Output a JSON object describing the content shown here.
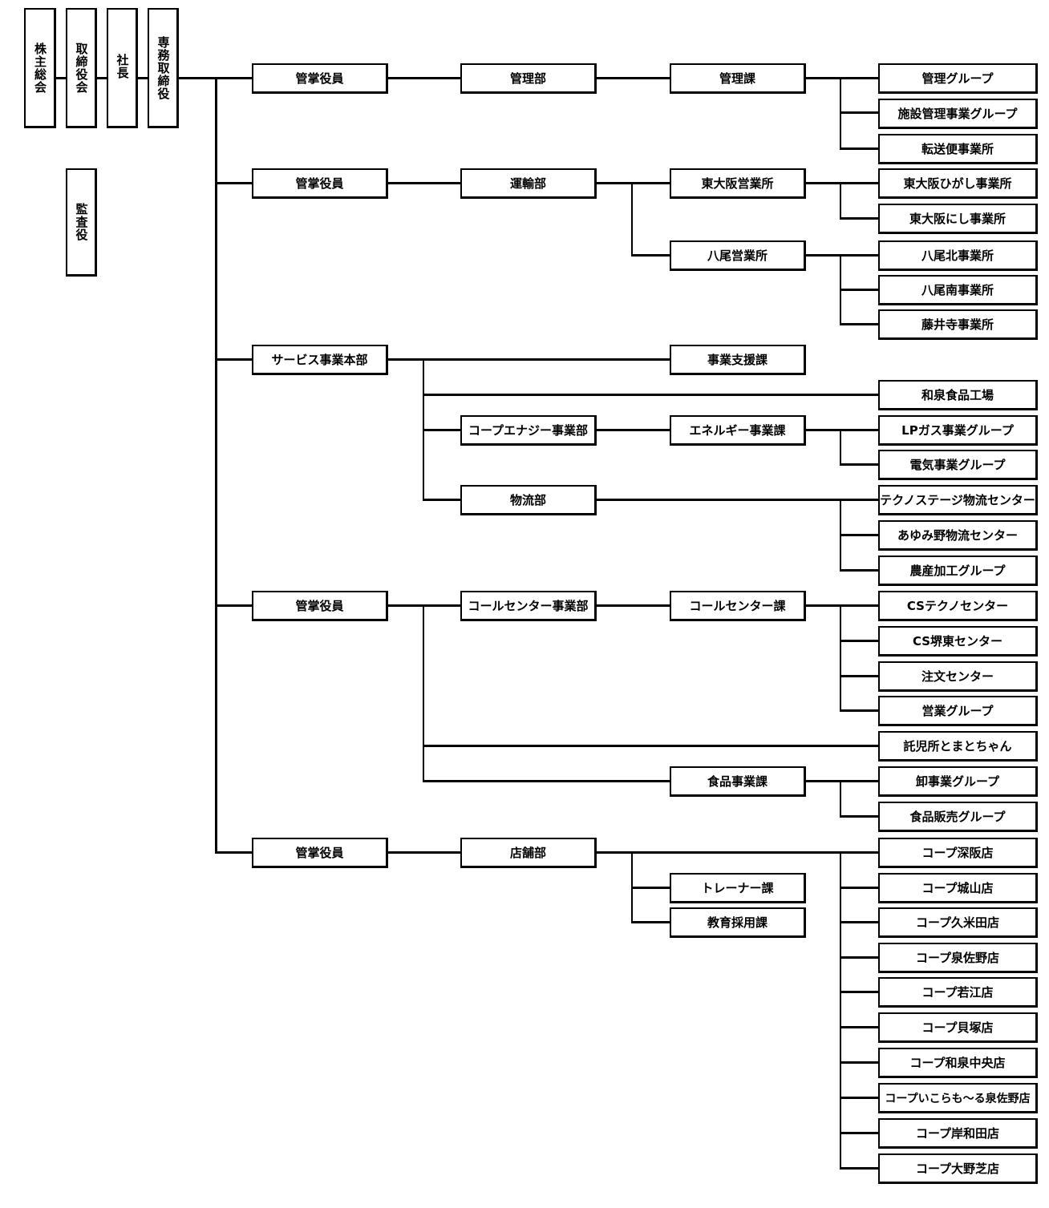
{
  "top": {
    "shareholders": "株主総会",
    "board": "取締役会",
    "president": "社長",
    "executive_director": "専務取締役",
    "auditor": "監査役"
  },
  "branches": [
    {
      "head": "管掌役員",
      "dept": "管理部",
      "section": "管理課",
      "units": [
        "管理グループ",
        "施設管理事業グループ",
        "転送便事業所"
      ]
    },
    {
      "head": "管掌役員",
      "dept": "運輸部",
      "offices": [
        {
          "name": "東大阪営業所",
          "units": [
            "東大阪ひがし事業所",
            "東大阪にし事業所"
          ]
        },
        {
          "name": "八尾営業所",
          "units": [
            "八尾北事業所",
            "八尾南事業所",
            "藤井寺事業所"
          ]
        }
      ]
    },
    {
      "head": "サービス事業本部",
      "support_section": "事業支援課",
      "factory": "和泉食品工場",
      "energy_dept": "コープエナジー事業部",
      "energy_section": "エネルギー事業課",
      "energy_units": [
        "LPガス事業グループ",
        "電気事業グループ"
      ],
      "logistics_dept": "物流部",
      "logistics_units": [
        "テクノステージ物流センター",
        "あゆみ野物流センター",
        "農産加工グループ"
      ]
    },
    {
      "head": "管掌役員",
      "dept": "コールセンター事業部",
      "section": "コールセンター課",
      "units": [
        "CSテクノセンター",
        "CS堺東センター",
        "注文センター",
        "営業グループ"
      ],
      "nursery": "託児所とまとちゃん",
      "food_section": "食品事業課",
      "food_units": [
        "卸事業グループ",
        "食品販売グループ"
      ]
    },
    {
      "head": "管掌役員",
      "dept": "店舗部",
      "sections": [
        "トレーナー課",
        "教育採用課"
      ],
      "stores": [
        "コープ深阪店",
        "コープ城山店",
        "コープ久米田店",
        "コープ泉佐野店",
        "コープ若江店",
        "コープ貝塚店",
        "コープ和泉中央店",
        "コープいこらも〜る泉佐野店",
        "コープ岸和田店",
        "コープ大野芝店"
      ]
    }
  ]
}
